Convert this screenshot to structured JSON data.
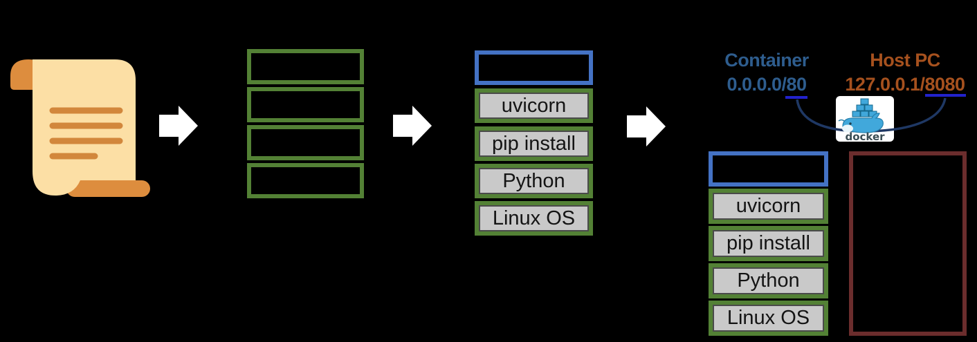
{
  "stacks": {
    "middle": {
      "layers": [
        "uvicorn",
        "pip install",
        "Python",
        "Linux OS"
      ]
    },
    "deployed": {
      "layers": [
        "uvicorn",
        "pip install",
        "Python",
        "Linux OS"
      ]
    }
  },
  "network": {
    "container_label": "Container",
    "container_address": "0.0.0.0/80",
    "host_label": "Host PC",
    "host_address": "127.0.0.1/8080",
    "docker_wordmark": "docker"
  },
  "icons": {
    "dockerfile_icon": "scroll-document",
    "arrow_icon": "block-arrow-right",
    "docker_icon": "docker-whale"
  },
  "colors": {
    "background": "#000000",
    "layer_green": "#538135",
    "layer_fill_gray": "#C9C9C9",
    "top_box_blue": "#4472C4",
    "host_box_maroon": "#6B2D2D",
    "container_text_blue": "#2E5D8E",
    "host_text_brown": "#A6511E",
    "port_underline_blue": "#2222CC",
    "mapping_curve_navy": "#1F3864",
    "arrow_white": "#FFFFFF",
    "scroll_body": "#FCDFA5",
    "scroll_accent": "#DD8D3E"
  }
}
